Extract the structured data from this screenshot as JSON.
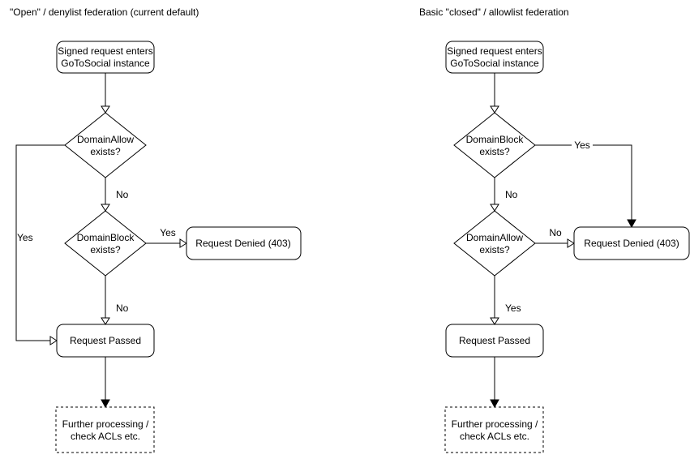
{
  "colors": {
    "stroke": "#000000",
    "text": "#000000",
    "node_fill": "#ffffff",
    "background": "#ffffff"
  },
  "diagrams": {
    "left": {
      "title": "\"Open\" / denylist federation (current default)",
      "nodes": {
        "start": {
          "line1": "Signed request enters",
          "line2": "GoToSocial instance"
        },
        "decision_allow": {
          "line1": "DomainAllow",
          "line2": "exists?"
        },
        "decision_block": {
          "line1": "DomainBlock",
          "line2": "exists?"
        },
        "denied": {
          "label": "Request Denied (403)"
        },
        "passed": {
          "label": "Request Passed"
        },
        "further": {
          "line1": "Further processing /",
          "line2": "check ACLs etc."
        }
      },
      "edges": {
        "allow_no": "No",
        "allow_yes": "Yes",
        "block_yes": "Yes",
        "block_no": "No"
      }
    },
    "right": {
      "title": "Basic \"closed\" / allowlist federation",
      "nodes": {
        "start": {
          "line1": "Signed request enters",
          "line2": "GoToSocial instance"
        },
        "decision_block": {
          "line1": "DomainBlock",
          "line2": "exists?"
        },
        "decision_allow": {
          "line1": "DomainAllow",
          "line2": "exists?"
        },
        "denied": {
          "label": "Request Denied (403)"
        },
        "passed": {
          "label": "Request Passed"
        },
        "further": {
          "line1": "Further processing /",
          "line2": "check ACLs etc."
        }
      },
      "edges": {
        "block_yes": "Yes",
        "block_no": "No",
        "allow_no": "No",
        "allow_yes": "Yes"
      }
    }
  }
}
